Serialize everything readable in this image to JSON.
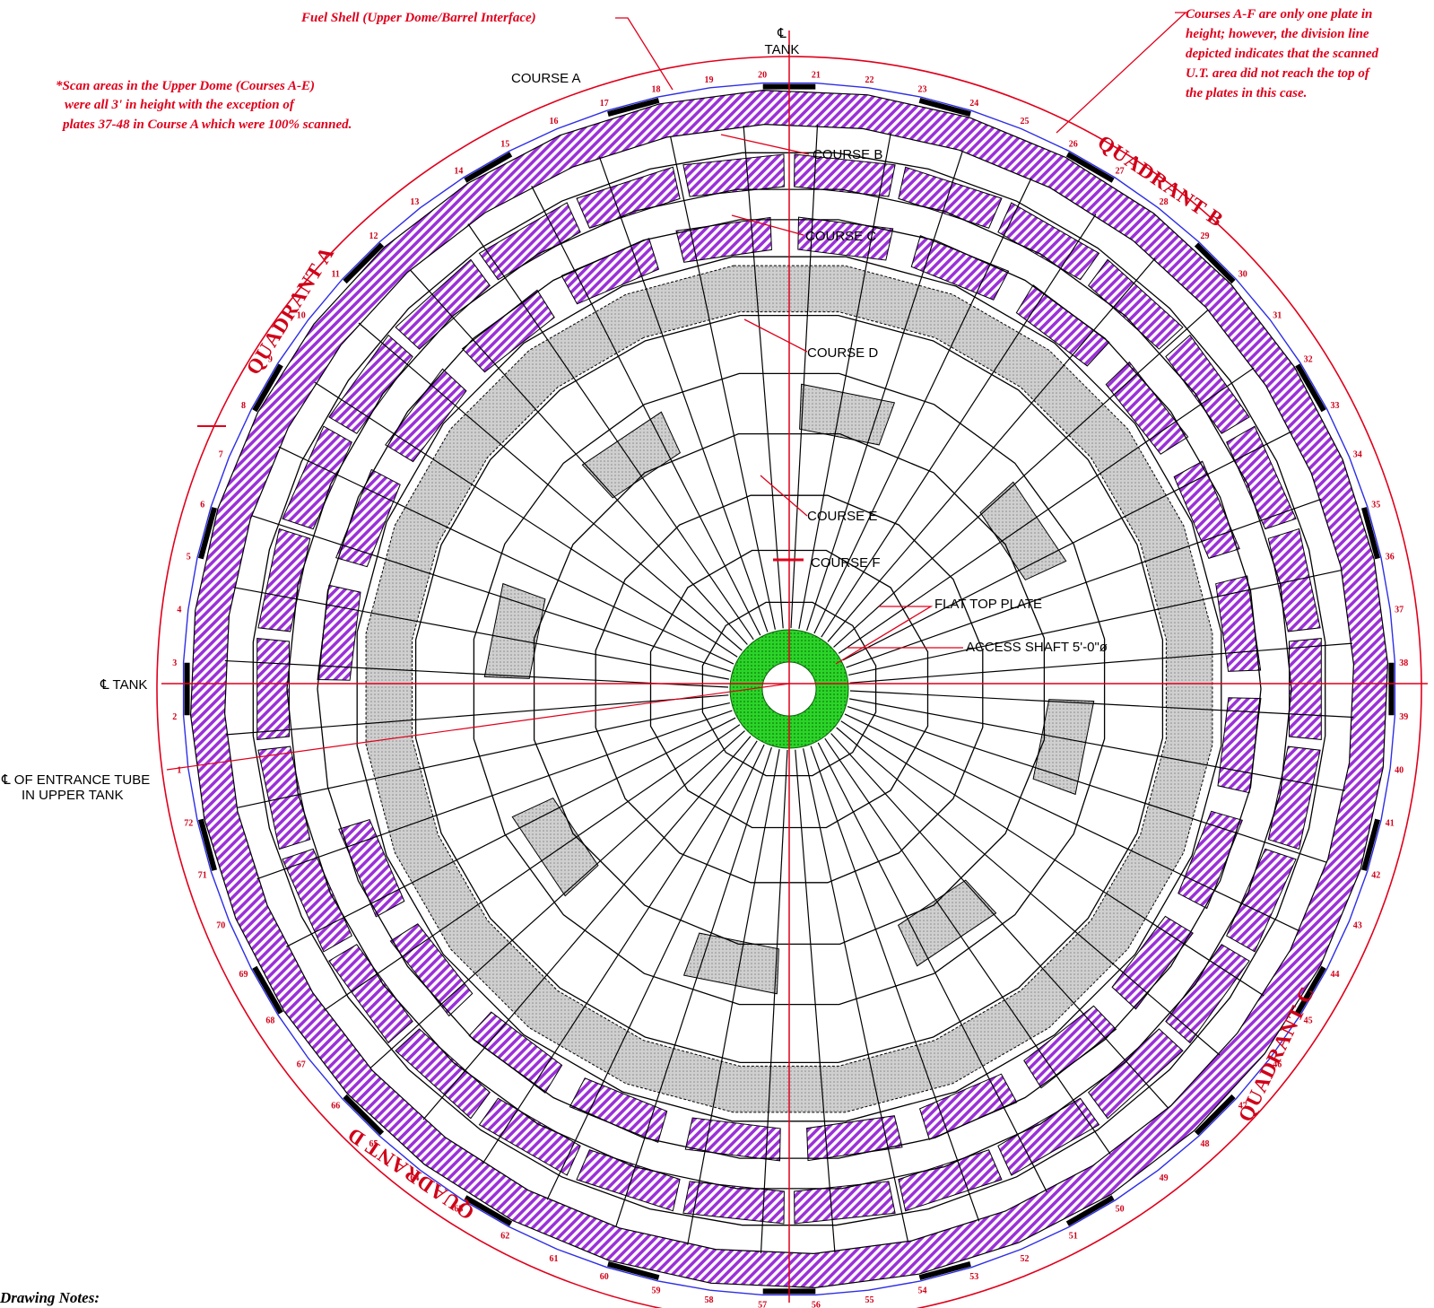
{
  "labels": {
    "tank_cl_top_symbol": "℄",
    "tank_cl_top_word": "TANK",
    "cl_tank_left": "℄ TANK",
    "entrance_tube_line1": "℄ OF ENTRANCE TUBE",
    "entrance_tube_line2": "IN UPPER TANK",
    "course_a": "COURSE A",
    "course_b": "COURSE B",
    "course_c": "COURSE C",
    "course_d": "COURSE D",
    "course_e": "COURSE E",
    "course_f": "COURSE F",
    "flat_top_plate": "FLAT TOP PLATE",
    "access_shaft": "ACCESS SHAFT 5'-0\"ø"
  },
  "red_notes": {
    "fuel_shell": "Fuel Shell (Upper Dome/Barrel Interface)",
    "scan_areas": [
      "*Scan areas in the Upper Dome (Courses A-E)",
      "were all 3' in height with the exception of",
      "plates 37-48 in Course A which were 100% scanned."
    ],
    "courses_af": [
      "Courses A-F are only one plate in",
      "height; however, the division line",
      "depicted indicates that the scanned",
      "U.T. area did not reach the top of",
      "the plates in this case."
    ]
  },
  "quadrants": [
    "QUADRANT A",
    "QUADRANT B",
    "QUADRANT C",
    "QUADRANT D"
  ],
  "drawing_notes_heading": "Drawing Notes:",
  "plate_numbers": [
    "1",
    "2",
    "3",
    "4",
    "5",
    "6",
    "7",
    "8",
    "9",
    "10",
    "11",
    "12",
    "13",
    "14",
    "15",
    "16",
    "17",
    "18",
    "19",
    "20",
    "21",
    "22",
    "23",
    "24",
    "25",
    "26",
    "27",
    "28",
    "29",
    "30",
    "31",
    "32",
    "33",
    "34",
    "35",
    "36",
    "37",
    "38",
    "39",
    "40",
    "41",
    "42",
    "43",
    "44",
    "45",
    "46",
    "47",
    "48",
    "49",
    "50",
    "51",
    "52",
    "53",
    "54",
    "55",
    "56",
    "57",
    "58",
    "59",
    "60",
    "61",
    "62",
    "63",
    "64",
    "65",
    "66",
    "67",
    "68",
    "69",
    "70",
    "71",
    "72"
  ],
  "colors": {
    "hatch_purple": "#9b30d9",
    "gray_band": "#c8c8c8",
    "access_green": "#22c21f",
    "red": "#e0001b"
  }
}
